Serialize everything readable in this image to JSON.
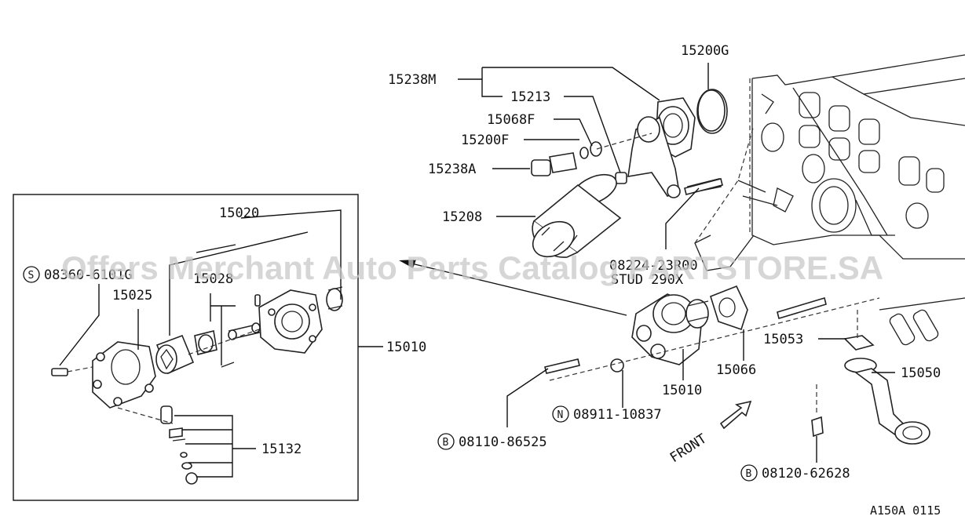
{
  "watermark": "Offers Merchant Auto Parts Catalog PARTSTORE.SA",
  "diagram_code": "A150A 0115",
  "front_label": "FRONT",
  "inset_labels": {
    "oil_pump_body": "15020",
    "gear": "15028",
    "cover": "15025",
    "screw_ref": "08360-6101G",
    "screw_prefix": "S",
    "relief_valve": "15132",
    "assembly": "15010"
  },
  "labels": {
    "filter_bracket_assy": "15238M",
    "filter_bracket": "15213",
    "gasket_f": "15068F",
    "seal_f": "15200F",
    "connector": "15238A",
    "oil_filter": "15208",
    "gasket_g": "15200G",
    "stud_number": "08224-23R00",
    "stud_text": "STUD 290X",
    "pump_gasket": "15066",
    "pump": "15010",
    "strainer_gasket": "15053",
    "strainer": "15050",
    "nut_ref": "08911-10837",
    "nut_prefix": "N",
    "bolt_ref": "08110-86525",
    "bolt_prefix": "B",
    "bolt2_ref": "08120-62628",
    "bolt2_prefix": "B"
  }
}
